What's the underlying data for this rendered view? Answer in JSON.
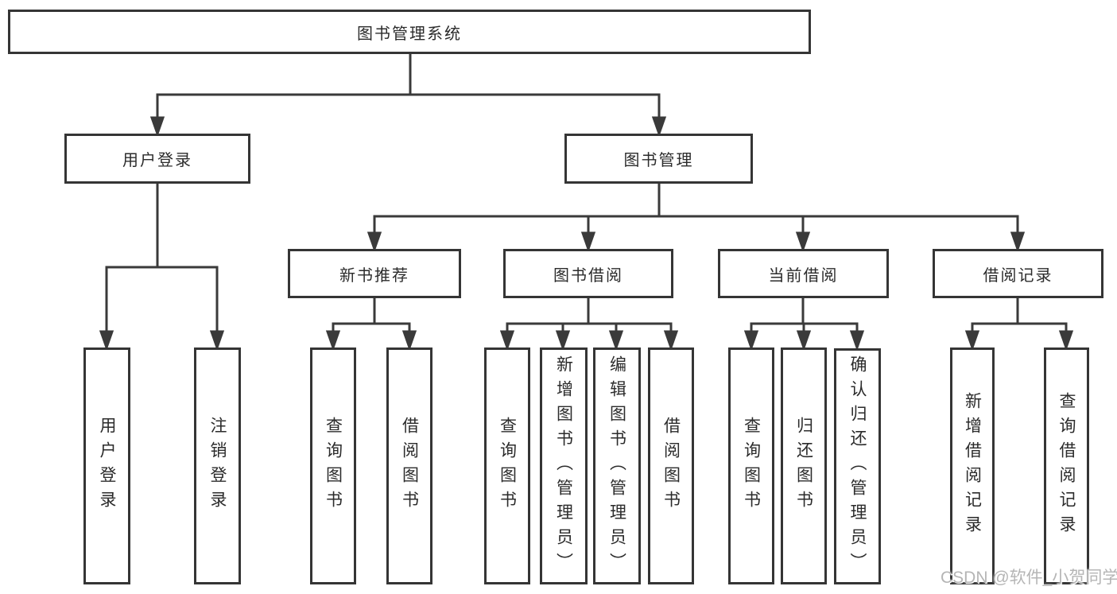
{
  "diagram": {
    "root": {
      "label": "图书管理系统"
    },
    "level2": {
      "user_login": {
        "label": "用户登录"
      },
      "book_mgmt": {
        "label": "图书管理"
      }
    },
    "level3": {
      "new_book_rec": {
        "label": "新书推荐"
      },
      "book_borrow": {
        "label": "图书借阅"
      },
      "current_borrow": {
        "label": "当前借阅"
      },
      "borrow_records": {
        "label": "借阅记录"
      }
    },
    "leaves": {
      "login_user_login": {
        "label": "用户登录"
      },
      "login_logout": {
        "label": "注销登录"
      },
      "rec_query_books": {
        "label": "查询图书"
      },
      "rec_borrow_books": {
        "label": "借阅图书"
      },
      "bb_query_books": {
        "label": "查询图书"
      },
      "bb_add_books": {
        "label": "新增图书（管理员）"
      },
      "bb_edit_books": {
        "label": "编辑图书（管理员）"
      },
      "bb_borrow_books": {
        "label": "借阅图书"
      },
      "cb_query_books": {
        "label": "查询图书"
      },
      "cb_return_books": {
        "label": "归还图书"
      },
      "cb_confirm_return": {
        "label": "确认归还（管理员）"
      },
      "br_add_record": {
        "label": "新增借阅记录"
      },
      "br_query_record": {
        "label": "查询借阅记录"
      }
    }
  },
  "watermark": {
    "text": "CSDN @软件_小贺同学"
  },
  "colors": {
    "line": "#3a3a3a",
    "box_border": "#353535",
    "text": "#2b2b2b",
    "watermark": "#b5b5b5",
    "background": "#ffffff"
  }
}
